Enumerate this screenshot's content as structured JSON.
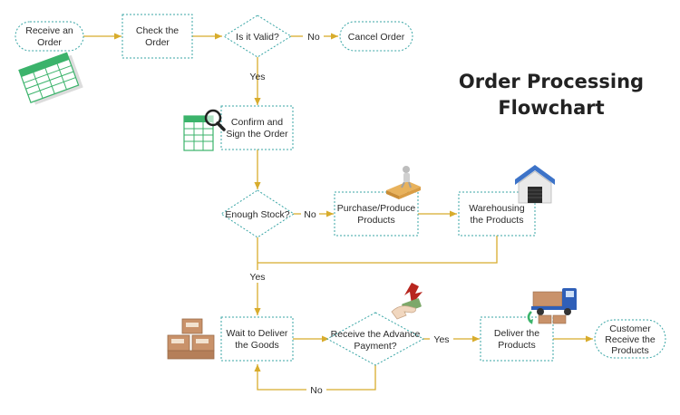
{
  "title": {
    "line1": "Order Processing",
    "line2": "Flowchart"
  },
  "nodes": {
    "receive_order": [
      "Receive an",
      "Order"
    ],
    "check_order": [
      "Check the",
      "Order"
    ],
    "is_valid": [
      "Is it Valid?"
    ],
    "cancel_order": [
      "Cancel Order"
    ],
    "confirm_sign": [
      "Confirm and",
      "Sign the Order"
    ],
    "enough_stock": [
      "Enough Stock?"
    ],
    "purchase_produce": [
      "Purchase/Produce",
      "Products"
    ],
    "warehousing": [
      "Warehousing",
      "the Products"
    ],
    "wait_deliver": [
      "Wait to Deliver",
      "the Goods"
    ],
    "receive_payment": [
      "Receive the Advance",
      "Payment?"
    ],
    "deliver_products": [
      "Deliver the",
      "Products"
    ],
    "customer_receive": [
      "Customer",
      "Receive the",
      "Products"
    ]
  },
  "edge_labels": {
    "valid_no": "No",
    "valid_yes": "Yes",
    "stock_no": "No",
    "stock_yes": "Yes",
    "payment_yes": "Yes",
    "payment_no": "No"
  },
  "colors": {
    "edge": "#d8ac2c",
    "node_border": "#3aa6a6",
    "spreadsheet": "#3bb36b",
    "box_brown": "#c9926a",
    "house_blue": "#3d73c8",
    "truck_blue": "#2f5fb8"
  },
  "icons": [
    "spreadsheet-icon",
    "magnifier-spreadsheet-icon",
    "cardboard-boxes-icon",
    "warehouse-icon",
    "worker-package-icon",
    "hand-money-icon",
    "delivery-truck-icon"
  ]
}
